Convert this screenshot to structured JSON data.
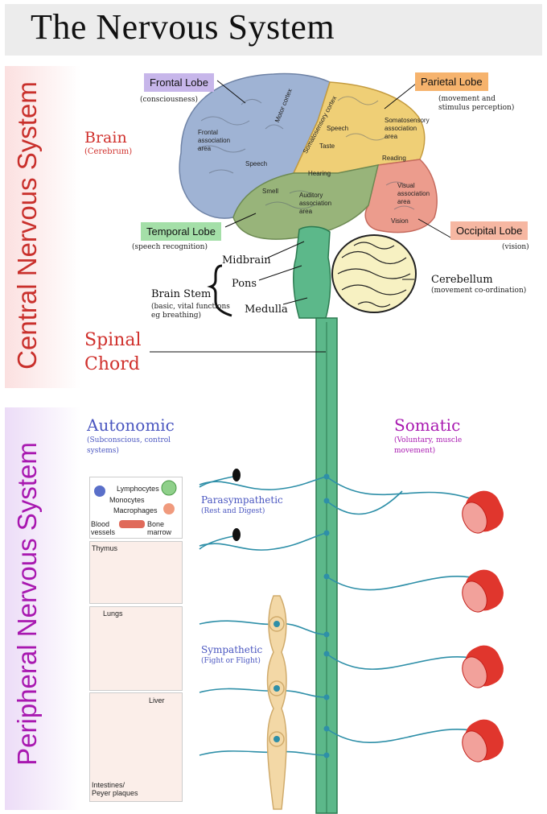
{
  "title": "The Nervous System",
  "sections": {
    "cns": "Central Nervous System",
    "pns": "Peripheral Nervous System"
  },
  "brain": {
    "label": "Brain",
    "sub": "(Cerebrum)"
  },
  "lobes": {
    "frontal": {
      "name": "Frontal Lobe",
      "desc": "(consciousness)",
      "color": "#c7b6ea"
    },
    "parietal": {
      "name": "Parietal Lobe",
      "desc1": "(movement and",
      "desc2": "stimulus perception)",
      "color": "#f6b36d"
    },
    "temporal": {
      "name": "Temporal Lobe",
      "desc": "(speech recognition)",
      "color": "#a4dfa8"
    },
    "occipital": {
      "name": "Occipital Lobe",
      "desc": "(vision)",
      "color": "#f6b7a2"
    }
  },
  "brain_areas": {
    "frontal_assoc": [
      "Frontal",
      "association",
      "area"
    ],
    "motor": "Motor cortex",
    "somatosensory_cortex": "Somatosensory cortex",
    "somatosensory_assoc": [
      "Somatosensory",
      "association",
      "area"
    ],
    "speech1": "Speech",
    "speech2": "Speech",
    "taste": "Taste",
    "reading": "Reading",
    "hearing": "Hearing",
    "smell": "Smell",
    "auditory": [
      "Auditory",
      "association",
      "area"
    ],
    "visual": [
      "Visual",
      "association",
      "area"
    ],
    "vision": "Vision"
  },
  "brainstem": {
    "label": "Brain Stem",
    "desc1": "(basic, vital functions",
    "desc2": "eg breathing)",
    "midbrain": "Midbrain",
    "pons": "Pons",
    "medulla": "Medulla"
  },
  "cerebellum": {
    "label": "Cerebellum",
    "desc": "(movement co-ordination)"
  },
  "spinal": {
    "line1": "Spinal",
    "line2": "Chord"
  },
  "autonomic": {
    "label": "Autonomic",
    "desc1": "(Subconscious, control",
    "desc2": "systems)"
  },
  "somatic": {
    "label": "Somatic",
    "desc1": "(Voluntary, muscle",
    "desc2": "movement)"
  },
  "parasympathetic": {
    "label": "Parasympathetic",
    "desc": "(Rest and Digest)"
  },
  "sympathetic": {
    "label": "Sympathetic",
    "desc": "(Fight or Flight)"
  },
  "organs": {
    "immune": {
      "lymphocytes": "Lymphocytes",
      "monocytes": "Monocytes",
      "macrophages": "Macrophages",
      "blood_vessels": [
        "Blood",
        "vessels"
      ],
      "bone_marrow": [
        "Bone",
        "marrow"
      ]
    },
    "thymus": "Thymus",
    "lungs": "Lungs",
    "liver": "Liver",
    "intestines": [
      "Intestines/",
      "Peyer plaques"
    ]
  },
  "colors": {
    "cns": "#c9302c",
    "pns": "#a818b0",
    "autonomic": "#4a56c0",
    "spinal_cord": "#5cb88a",
    "nerve": "#2e8fa8",
    "muscle": "#e0362d"
  }
}
